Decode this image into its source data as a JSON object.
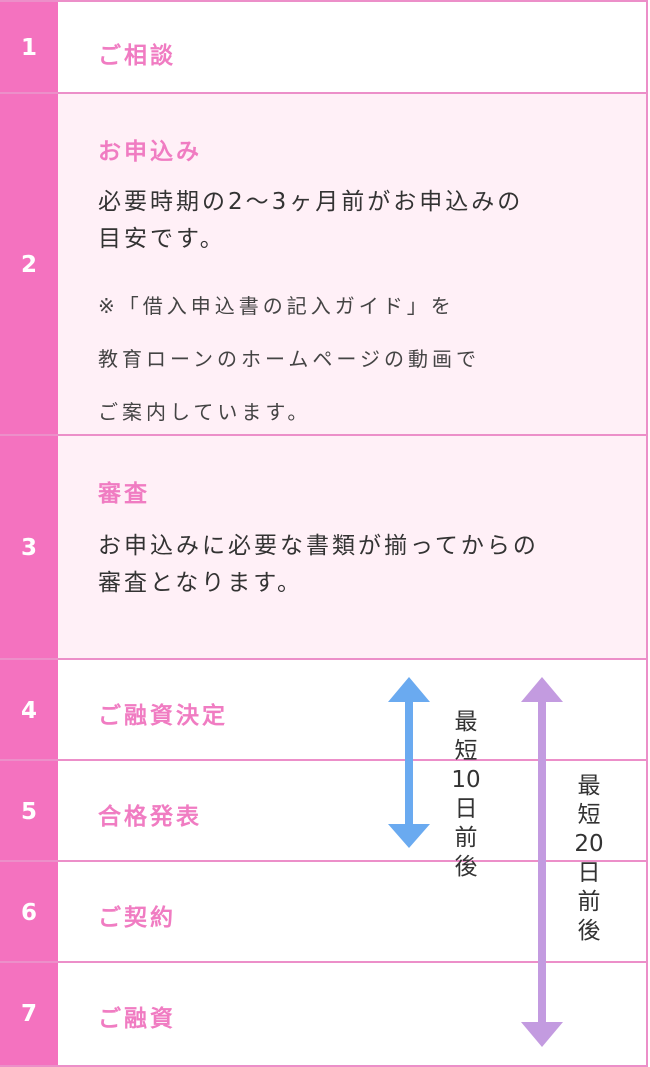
{
  "steps": [
    {
      "num": "1",
      "title": "ご相談"
    },
    {
      "num": "2",
      "title": "お申込み",
      "body": "必要時期の2〜3ヶ月前がお申込みの\n目安です。",
      "note": "※「借入申込書の記入ガイド」を\n教育ローンのホームページの動画で\nご案内しています。"
    },
    {
      "num": "3",
      "title": "審査",
      "body": "お申込みに必要な書類が揃ってからの\n審査となります。"
    },
    {
      "num": "4",
      "title": "ご融資決定"
    },
    {
      "num": "5",
      "title": "合格発表"
    },
    {
      "num": "6",
      "title": "ご契約"
    },
    {
      "num": "7",
      "title": "ご融資"
    }
  ],
  "timeline": {
    "short": {
      "chars": [
        "最",
        "短",
        "10",
        "日",
        "前",
        "後"
      ],
      "color": "#6aaaf0"
    },
    "long": {
      "chars": [
        "最",
        "短",
        "20",
        "日",
        "前",
        "後"
      ],
      "color": "#c39be0"
    }
  },
  "colors": {
    "number_bg": "#f472bf",
    "border": "#ec8fc9",
    "title": "#f07cc2",
    "light_bg": "#fff0f7"
  }
}
